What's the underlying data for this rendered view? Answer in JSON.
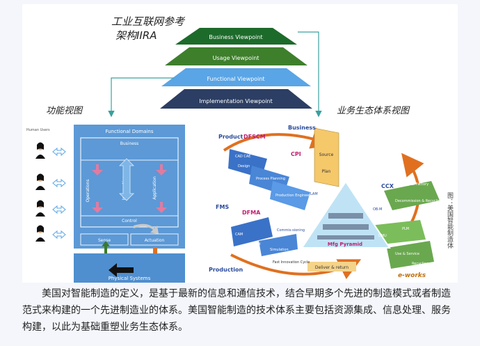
{
  "figure": {
    "top_title_line1": "工业互联网参考",
    "top_title_line2": "架构IIRA",
    "viewpoints": [
      "Business Viewpoint",
      "Usage Viewpoint",
      "Functional Viewpoint",
      "Implementation Viewpoint"
    ],
    "viewpoint_colors": [
      "#1d6b2b",
      "#3e7f2c",
      "#5aa5e6",
      "#2c3e63"
    ],
    "left_title": "功能视图",
    "right_title": "业务生态体系视图",
    "left_diagram": {
      "human_users_label": "Human Users",
      "functional_domains": "Functional Domains",
      "business": "Business",
      "operations": "Operations",
      "information": "Information",
      "application": "Application",
      "control": "Control",
      "sense": "Sense",
      "actuation": "Actuation",
      "physical_systems": "Physical Systems"
    },
    "right_diagram": {
      "product": "Product",
      "dfscm": "DFSCM",
      "business": "Business",
      "cpi": "CPI",
      "source": "Source",
      "plan": "Plan",
      "cad_cae": "CAD CAE",
      "design": "Design",
      "process_planning": "Process Planning",
      "production_engineering": "Production Engineering",
      "lam": "LAM",
      "ccx": "CCX",
      "digital_factory": "Digital Factory",
      "ob_m": "OB-M",
      "decommission": "Decommission & Recycling",
      "fms": "FMS",
      "dfma": "DFMA",
      "cam": "CAM",
      "commissioning": "Commis-sioning",
      "build": "Build",
      "simulation": "Simulation",
      "mfg_pyramid": "Mfg Pyramid",
      "plm": "PLM",
      "dmu": "DMU",
      "use_service": "Use & Service",
      "recycling": "Recycling",
      "production": "Production",
      "fast_innovation_cycle": "Fast Innovation Cycle",
      "deliver_return": "Deliver & return",
      "side_caption": "图：美国智能制造体",
      "watermark": "e-works"
    }
  },
  "caption": "美国对智能制造的定义，是基于最新的信息和通信技术，结合早期多个先进的制造模式或者制造范式来构建的一个先进制造业的体系。美国智能制造的技术体系主要包括资源集成、信息处理、服务构建，以此为基础重塑业务生态体系。"
}
